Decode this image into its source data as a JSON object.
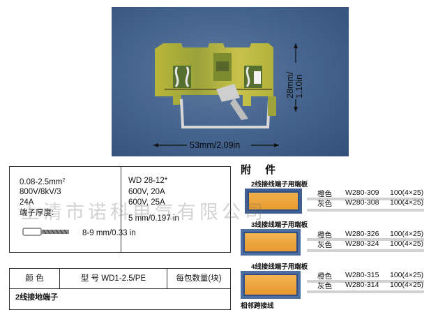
{
  "photo": {
    "width_dim": "53mm/2.09in",
    "height_dim_line1": "28mm/",
    "height_dim_line2": "1.10in"
  },
  "spec": {
    "left": {
      "line1_main": "0.08-2.5mm",
      "line1_sup": "2",
      "line2": "800V/8kV/3",
      "line3": "24A",
      "line4": "端子厚度:",
      "strip_length": "8-9 mm/0.33 in"
    },
    "right": {
      "line1": "WD 28-12*",
      "line2": "600V, 20A",
      "line3": "600V, 25A",
      "line4": "5 mm/0.197 in"
    }
  },
  "order_table": {
    "headers": [
      "颜  色",
      "型 号  WD1-2.5/PE",
      "每包数量(块)"
    ],
    "row1": "2线接地端子"
  },
  "accessories": {
    "title": "附 件",
    "groups": [
      {
        "label": "2线接线端子用端板",
        "rows": [
          {
            "color": "橙色",
            "model": "W280-309",
            "qty": "100(4×25)"
          },
          {
            "color": "灰色",
            "model": "W280-308",
            "qty": "100(4×25)"
          }
        ]
      },
      {
        "label": "3线接线端子用端板",
        "rows": [
          {
            "color": "橙色",
            "model": "W280-326",
            "qty": "100(4×25)"
          },
          {
            "color": "灰色",
            "model": "W280-324",
            "qty": "100(4×25)"
          }
        ]
      },
      {
        "label": "4线接线端子用端板",
        "rows": [
          {
            "color": "橙色",
            "model": "W280-315",
            "qty": "100(4×25)"
          },
          {
            "color": "灰色",
            "model": "W280-314",
            "qty": "100(4×25)"
          }
        ]
      }
    ],
    "next_label": "相邻跨接线"
  },
  "watermark": "上清市诺科电气有限公司"
}
